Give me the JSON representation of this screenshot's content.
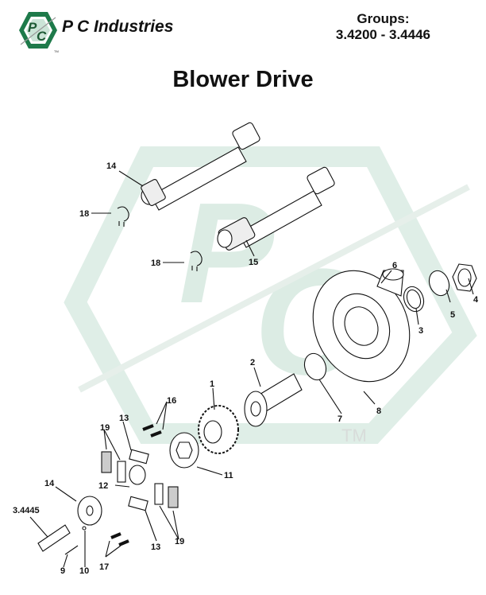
{
  "header": {
    "brand_name": "P C Industries",
    "logo_letters": "PC",
    "logo_tm": "TM",
    "groups_label": "Groups:",
    "groups_range": "3.4200 - 3.4446"
  },
  "page_title": "Blower Drive",
  "watermark": {
    "letters": "PC",
    "tm": "TM",
    "color": "#d9ebe3"
  },
  "colors": {
    "logo_green": "#1e7a4a",
    "line": "#111111"
  },
  "callouts": [
    {
      "id": "c1",
      "text": "1"
    },
    {
      "id": "c2",
      "text": "2"
    },
    {
      "id": "c3",
      "text": "3"
    },
    {
      "id": "c4",
      "text": "4"
    },
    {
      "id": "c5",
      "text": "5"
    },
    {
      "id": "c6",
      "text": "6"
    },
    {
      "id": "c7",
      "text": "7"
    },
    {
      "id": "c8",
      "text": "8"
    },
    {
      "id": "c9",
      "text": "9"
    },
    {
      "id": "c10",
      "text": "10"
    },
    {
      "id": "c11",
      "text": "11"
    },
    {
      "id": "c12",
      "text": "12"
    },
    {
      "id": "c13a",
      "text": "13"
    },
    {
      "id": "c13b",
      "text": "13"
    },
    {
      "id": "c14a",
      "text": "14"
    },
    {
      "id": "c14b",
      "text": "14"
    },
    {
      "id": "c15",
      "text": "15"
    },
    {
      "id": "c16",
      "text": "16"
    },
    {
      "id": "c17",
      "text": "17"
    },
    {
      "id": "c18a",
      "text": "18"
    },
    {
      "id": "c18b",
      "text": "18"
    },
    {
      "id": "c19a",
      "text": "19"
    },
    {
      "id": "c19b",
      "text": "19"
    },
    {
      "id": "c34445",
      "text": "3.4445"
    }
  ]
}
